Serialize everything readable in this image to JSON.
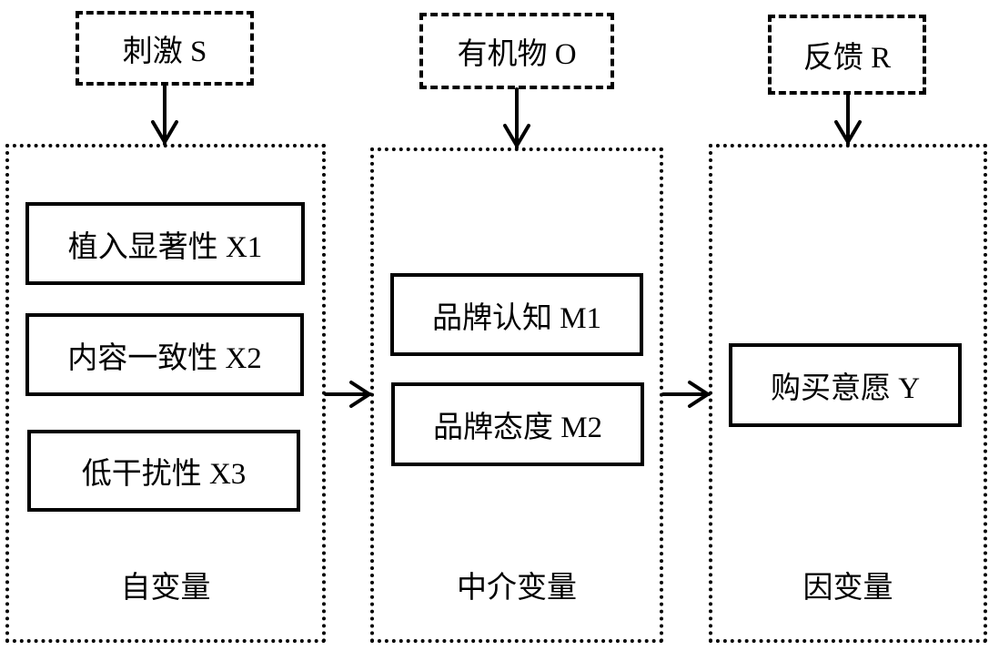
{
  "top_boxes": {
    "stimulus": "刺激 S",
    "organism": "有机物 O",
    "response": "反馈 R"
  },
  "columns": {
    "independent": {
      "caption": "自变量",
      "items": [
        "植入显著性 X1",
        "内容一致性 X2",
        "低干扰性 X3"
      ]
    },
    "mediator": {
      "caption": "中介变量",
      "items": [
        "品牌认知 M1",
        "品牌态度 M2"
      ]
    },
    "dependent": {
      "caption": "因变量",
      "items": [
        "购买意愿 Y"
      ]
    }
  }
}
